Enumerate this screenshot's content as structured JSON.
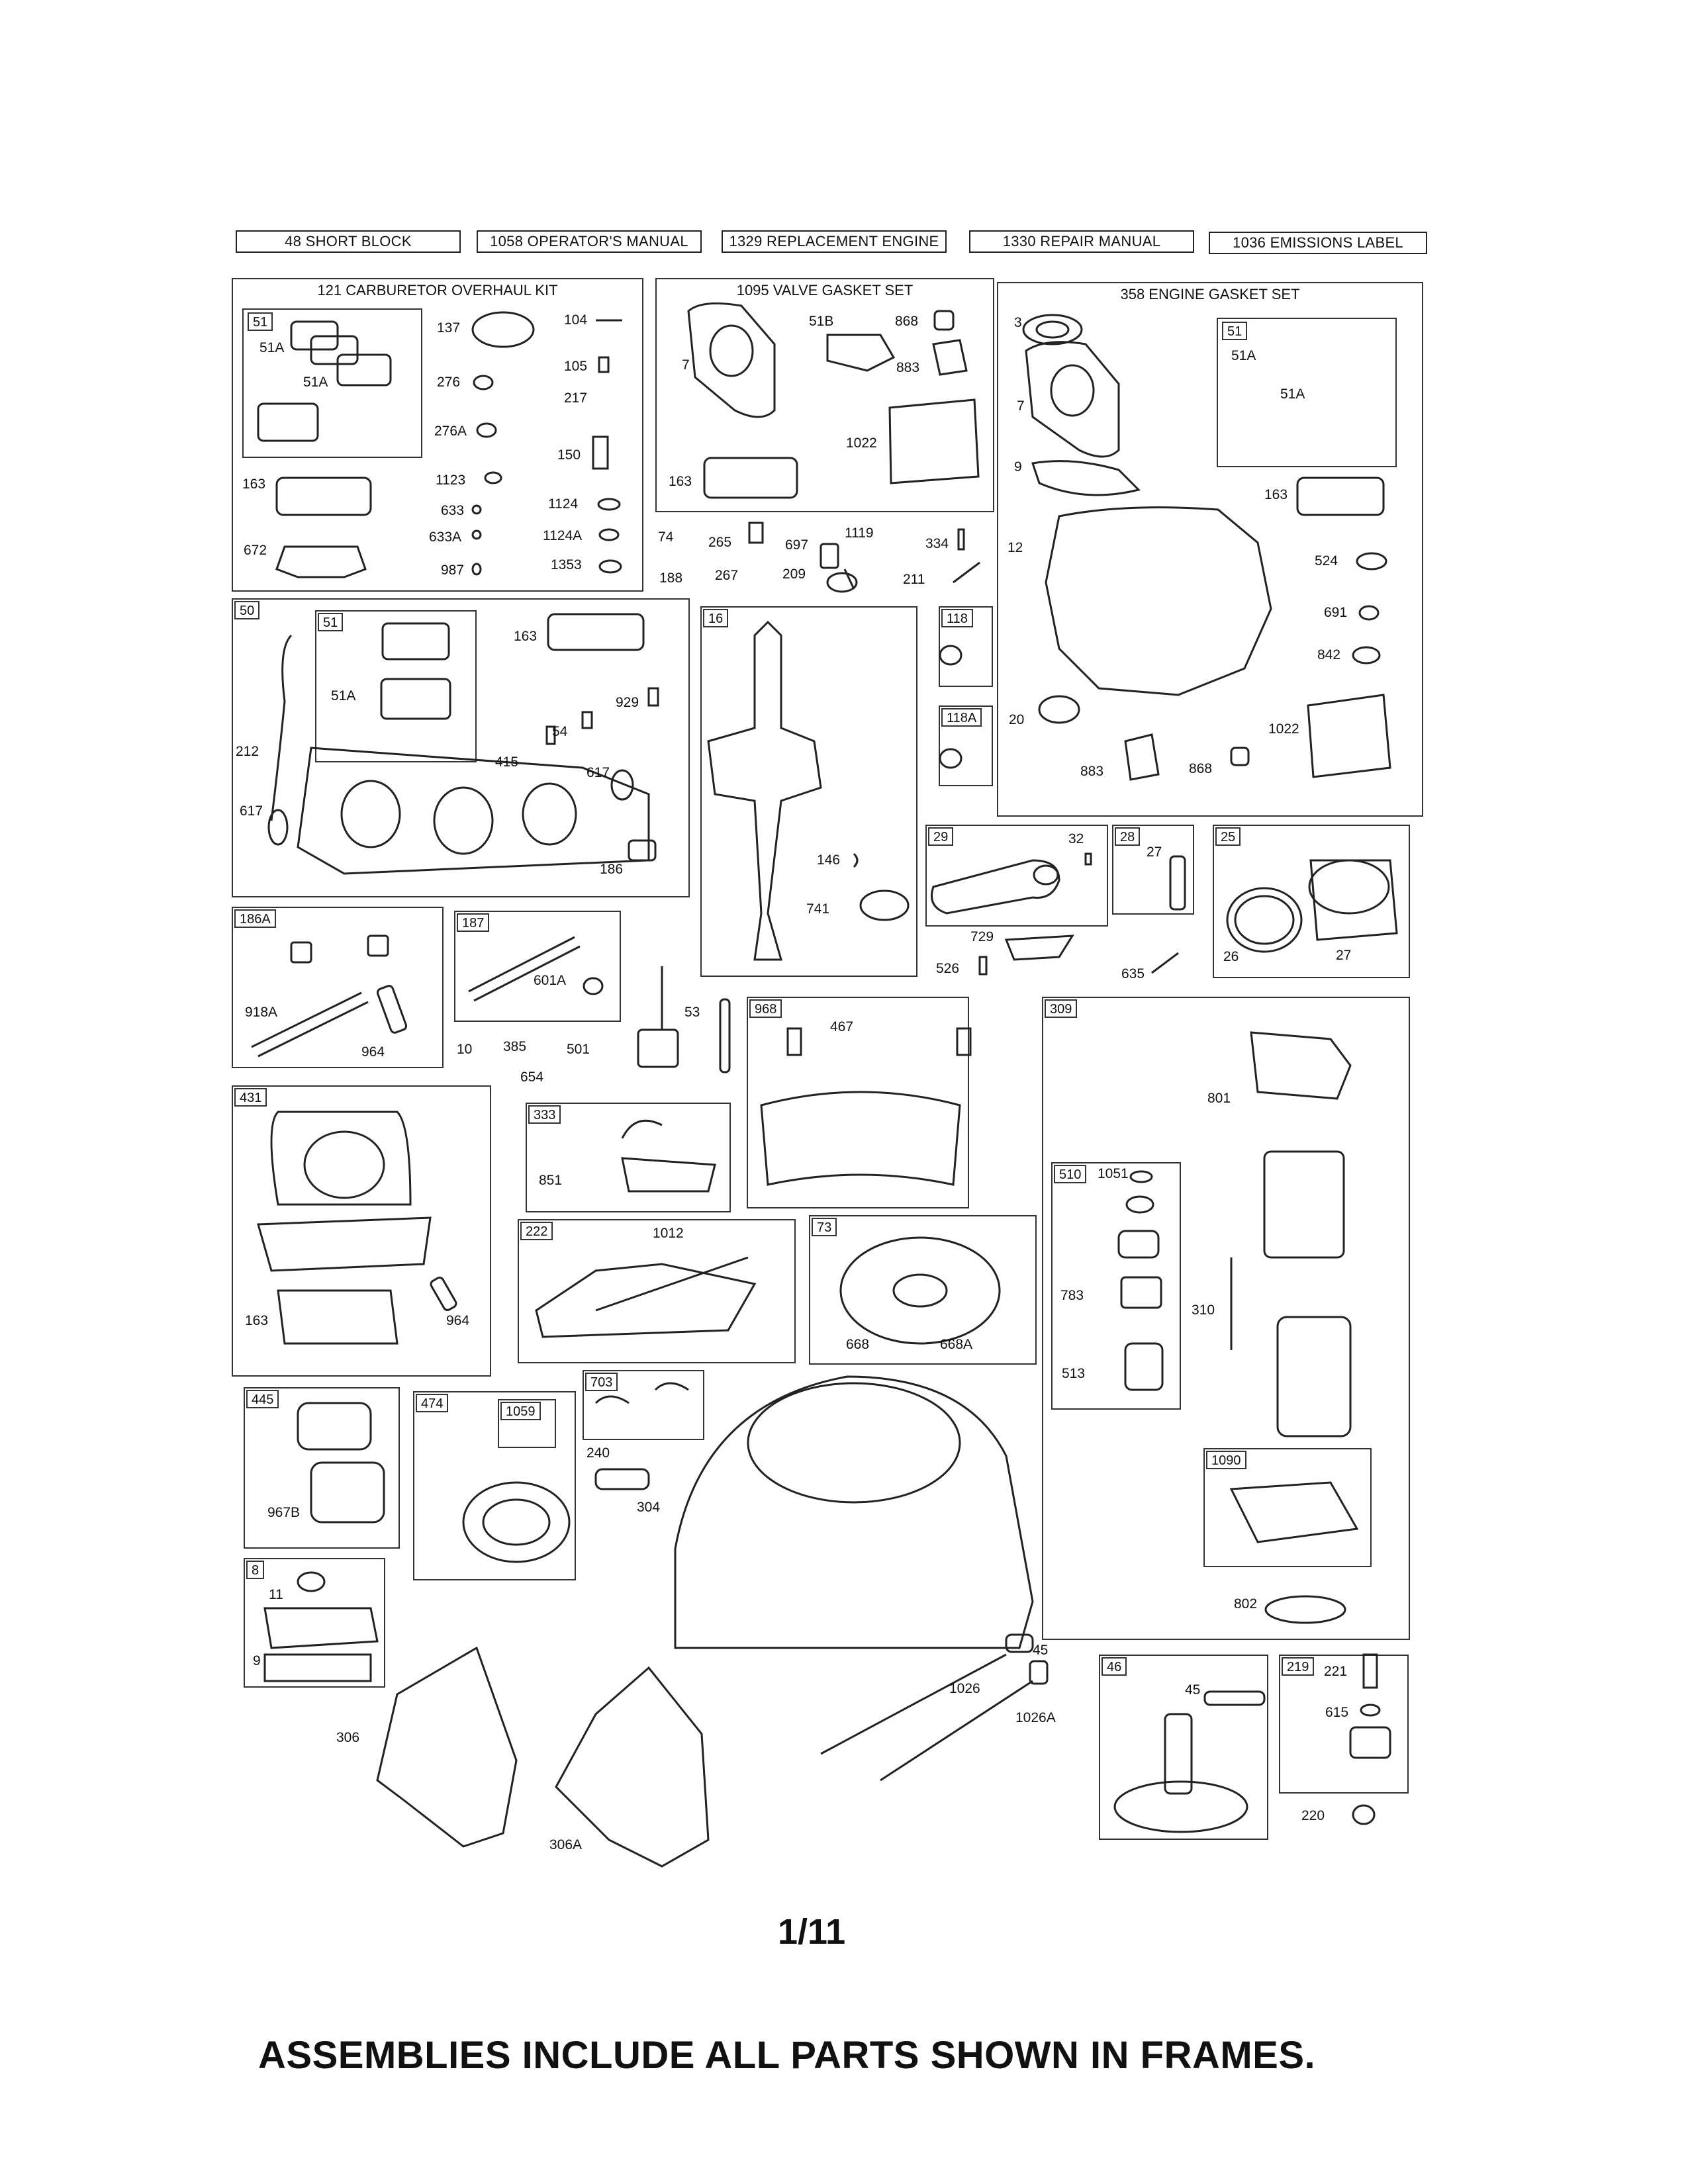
{
  "header_boxes": [
    "48 SHORT BLOCK",
    "1058 OPERATOR'S MANUAL",
    "1329 REPLACEMENT ENGINE",
    "1330 REPAIR MANUAL",
    "1036 EMISSIONS LABEL"
  ],
  "kits": {
    "carburetor": "121 CARBURETOR OVERHAUL KIT",
    "valve": "1095 VALVE GASKET SET",
    "engine": "358 ENGINE GASKET SET"
  },
  "frame_tags": {
    "f51a": "51",
    "f51b": "51",
    "f50": "50",
    "f51c": "51",
    "f16": "16",
    "f118": "118",
    "f118a": "118A",
    "f29": "29",
    "f28": "28",
    "f25": "25",
    "f186a": "186A",
    "f187": "187",
    "f968": "968",
    "f309": "309",
    "f431": "431",
    "f333": "333",
    "f510": "510",
    "f222": "222",
    "f73": "73",
    "f445": "445",
    "f474": "474",
    "f1059": "1059",
    "f703": "703",
    "f1090": "1090",
    "f8": "8",
    "f46": "46",
    "f219": "219"
  },
  "part_labels": [
    "51A",
    "51A",
    "137",
    "104",
    "276",
    "105",
    "217",
    "276A",
    "150",
    "163",
    "1123",
    "1124",
    "633",
    "633A",
    "1124A",
    "672",
    "987",
    "1353",
    "51B",
    "868",
    "7",
    "883",
    "1022",
    "163",
    "74",
    "265",
    "697",
    "1119",
    "334",
    "188",
    "267",
    "209",
    "211",
    "3",
    "51A",
    "7",
    "51A",
    "9",
    "163",
    "12",
    "524",
    "691",
    "842",
    "20",
    "1022",
    "883",
    "868",
    "212",
    "617",
    "617",
    "163",
    "929",
    "54",
    "415",
    "186",
    "51A",
    "146",
    "741",
    "32",
    "27",
    "729",
    "526",
    "635",
    "26",
    "27",
    "918A",
    "964",
    "601A",
    "10",
    "385",
    "501",
    "654",
    "53",
    "467",
    "801",
    "851",
    "1051",
    "783",
    "310",
    "513",
    "163",
    "964",
    "1012",
    "668",
    "668A",
    "967B",
    "240",
    "304",
    "802",
    "11",
    "9",
    "45",
    "1026",
    "1026A",
    "45",
    "221",
    "615",
    "220",
    "306",
    "306A"
  ],
  "page_number": "1/11",
  "footer": "ASSEMBLIES INCLUDE ALL PARTS SHOWN IN FRAMES."
}
